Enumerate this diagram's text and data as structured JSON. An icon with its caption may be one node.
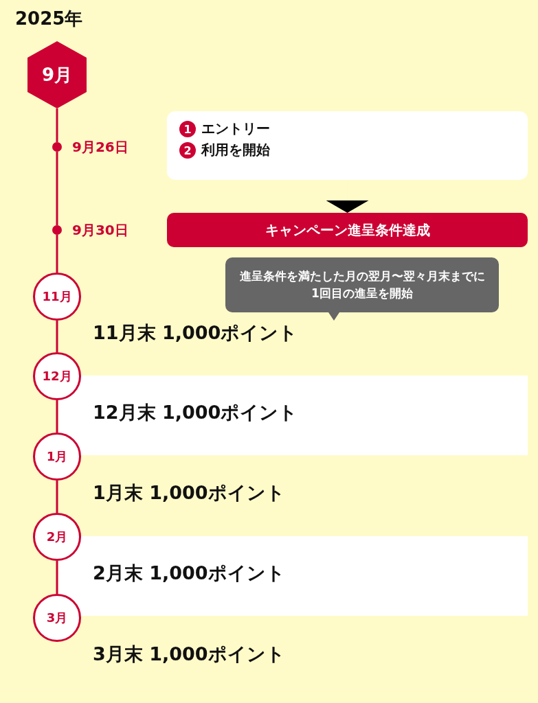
{
  "diagram": {
    "title": "2025年",
    "nodes": [
      {
        "text": [
          "9月"
        ]
      },
      {
        "text": [],
        "shape": "circle",
        "beside": [
          "9月26日"
        ]
      },
      {
        "text": [],
        "shape": "circle",
        "beside": [
          "9月30日"
        ]
      },
      {
        "text": [
          "1",
          "エントリー",
          "2",
          "利用を開始"
        ]
      },
      {
        "text": [
          "キャンペーン進呈条件達成"
        ]
      },
      {
        "text": [
          "進呈条件を満たした月の翌月〜翌々月末までに1回目の進呈を開始"
        ]
      },
      {
        "text": [
          "11月"
        ],
        "beside": [
          "11月末 1,000ポイント"
        ]
      },
      {
        "text": [
          "12月"
        ],
        "beside": [
          "12月末 1,000ポイント"
        ]
      },
      {
        "text": [
          "1月"
        ],
        "beside": [
          "1月末 1,000ポイント"
        ]
      },
      {
        "text": [
          "2月"
        ],
        "beside": [
          "2月末 1,000ポイント"
        ]
      },
      {
        "text": [
          "3月"
        ],
        "beside": [
          "3月末 1,000ポイント"
        ]
      }
    ],
    "edges": [
      {
        "from": 0,
        "to": 1,
        "arrow": "none"
      },
      {
        "from": 1,
        "to": 2,
        "arrow": "none"
      },
      {
        "from": 2,
        "to": 6,
        "arrow": "none"
      },
      {
        "from": 6,
        "to": 7,
        "arrow": "none"
      },
      {
        "from": 7,
        "to": 8,
        "arrow": "none"
      },
      {
        "from": 8,
        "to": 9,
        "arrow": "none"
      },
      {
        "from": 9,
        "to": 10,
        "arrow": "none"
      },
      {
        "from": 3,
        "to": 4,
        "arrow": "to",
        "color": "#000000"
      }
    ]
  }
}
